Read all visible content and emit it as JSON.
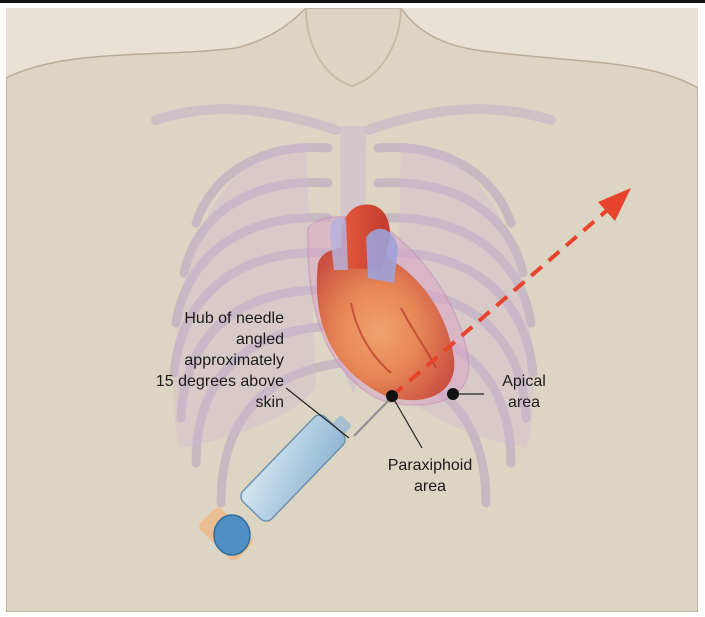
{
  "labels": {
    "hub": "Hub of needle\nangled approximately\n15 degrees above skin",
    "apical": "Apical\narea",
    "paraxiphoid": "Paraxiphoid\narea"
  },
  "colors": {
    "background": "#e8e2d4",
    "skin": "#ddd5c4",
    "ribs": "#bfb0c2",
    "heart": "#d84f3a",
    "pericardium": "#d9a6c6",
    "arrow": "#e8432c",
    "syringe": "#7fb0d4"
  }
}
